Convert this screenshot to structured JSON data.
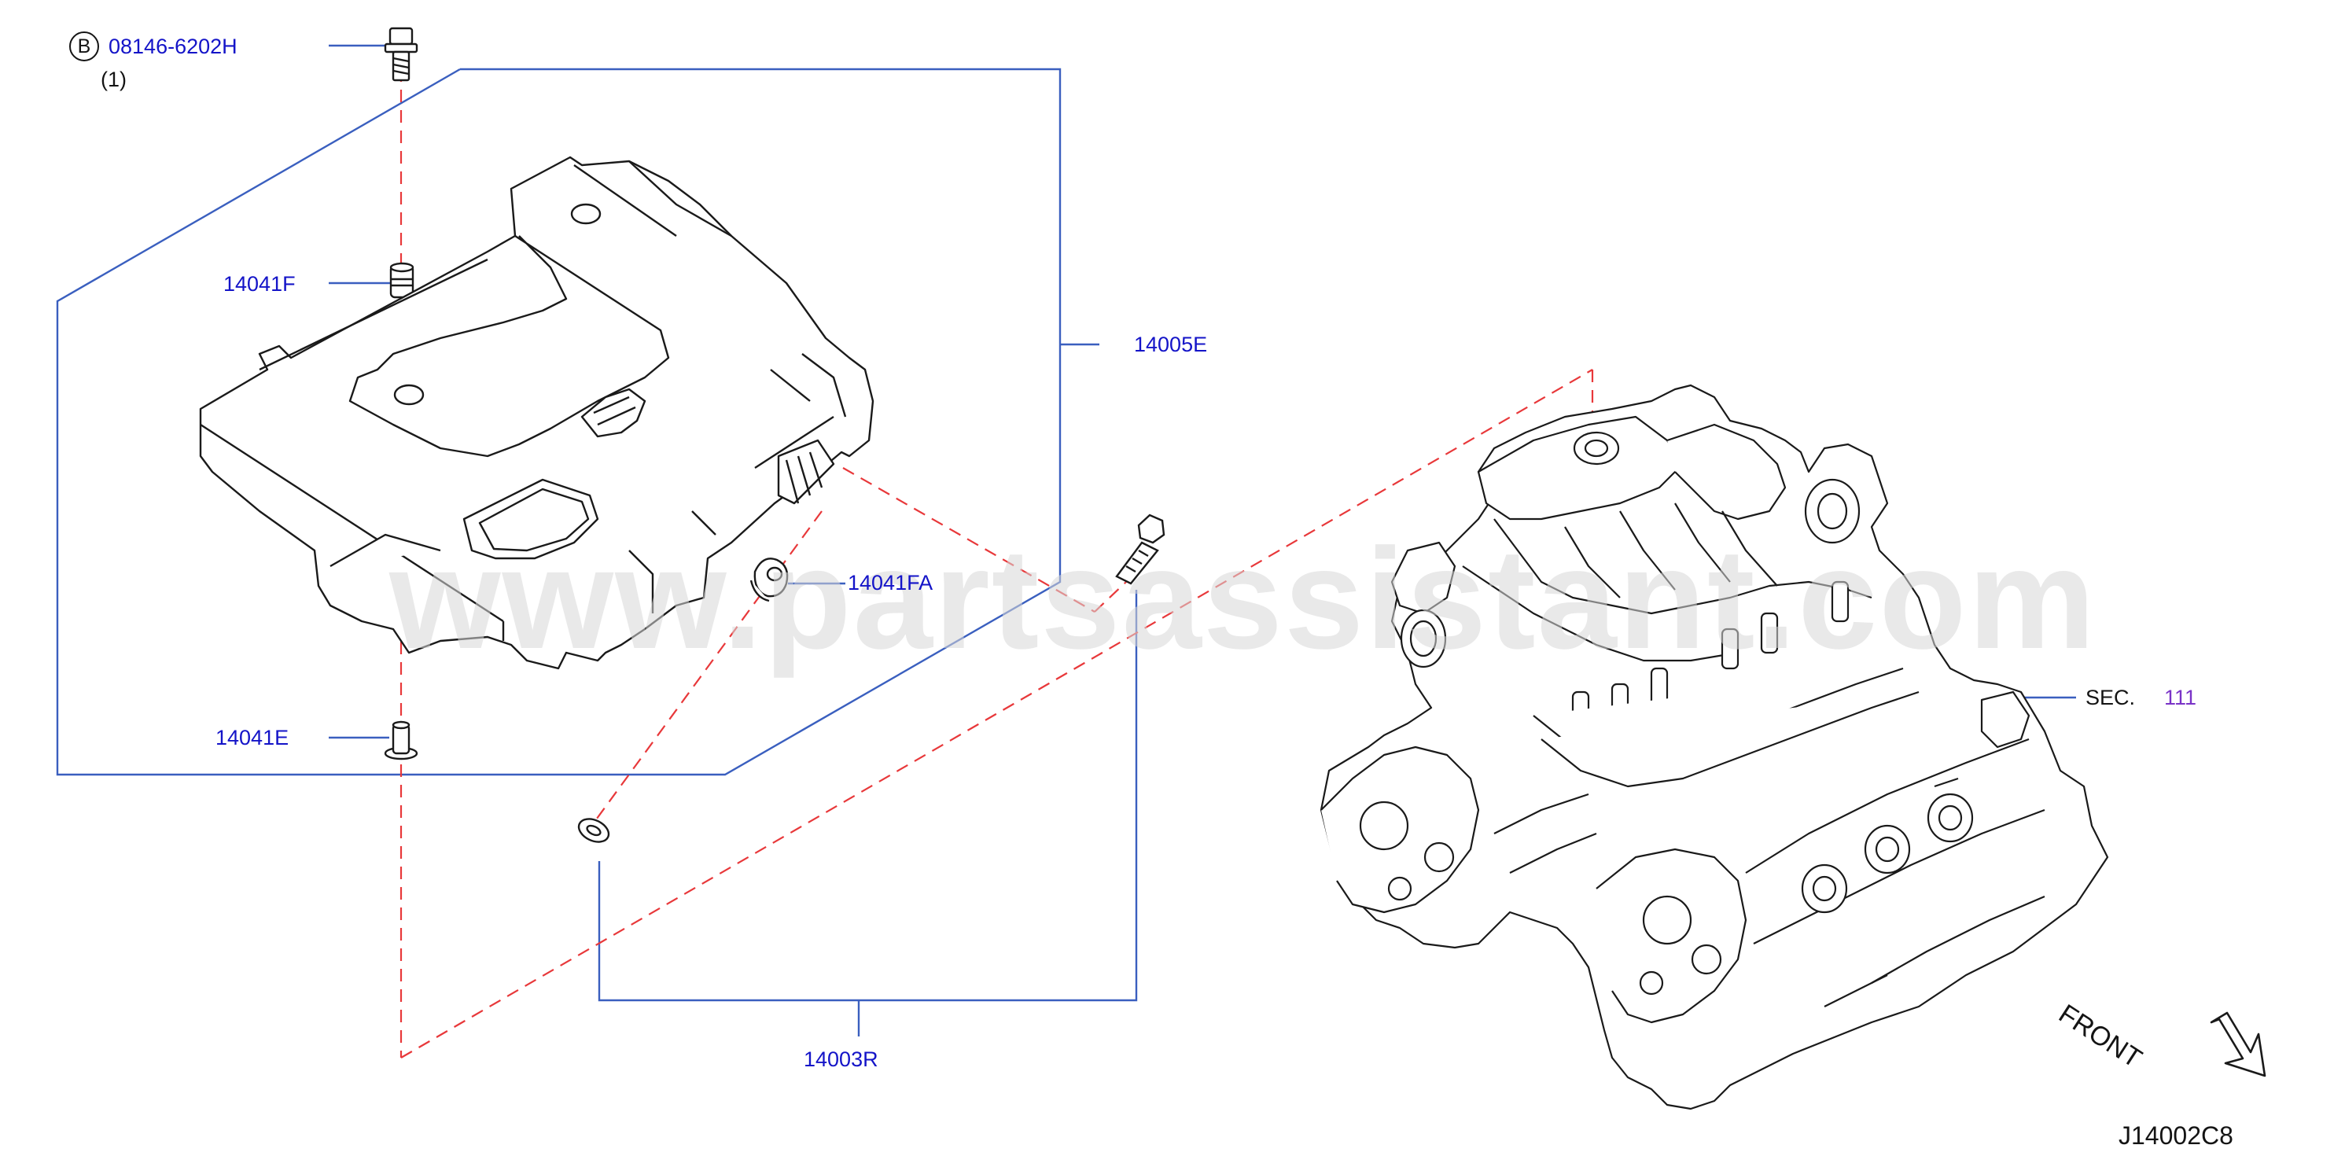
{
  "watermark": "www.partsassistant.com",
  "diagram_code": "J14002C8",
  "front_label": "FRONT",
  "bolt_callout": {
    "circle_letter": "B",
    "part_number": "08146-6202H",
    "quantity": "(1)"
  },
  "parts": {
    "grommet_upper": "14041F",
    "engine_cover": "14005E",
    "grommet_cover_mount": "14041FA",
    "grommet_lower": "14041E",
    "bracket_set": "14003R"
  },
  "section_ref": {
    "prefix": "SEC.",
    "number": "111"
  },
  "colors": {
    "callout_text": "#1414c8",
    "section_number": "#7a33c7",
    "leader_line": "#3a5fbf",
    "dashed_line": "#e8383a",
    "drawing": "#1a1a1a",
    "watermark": "#d8d8d8"
  }
}
